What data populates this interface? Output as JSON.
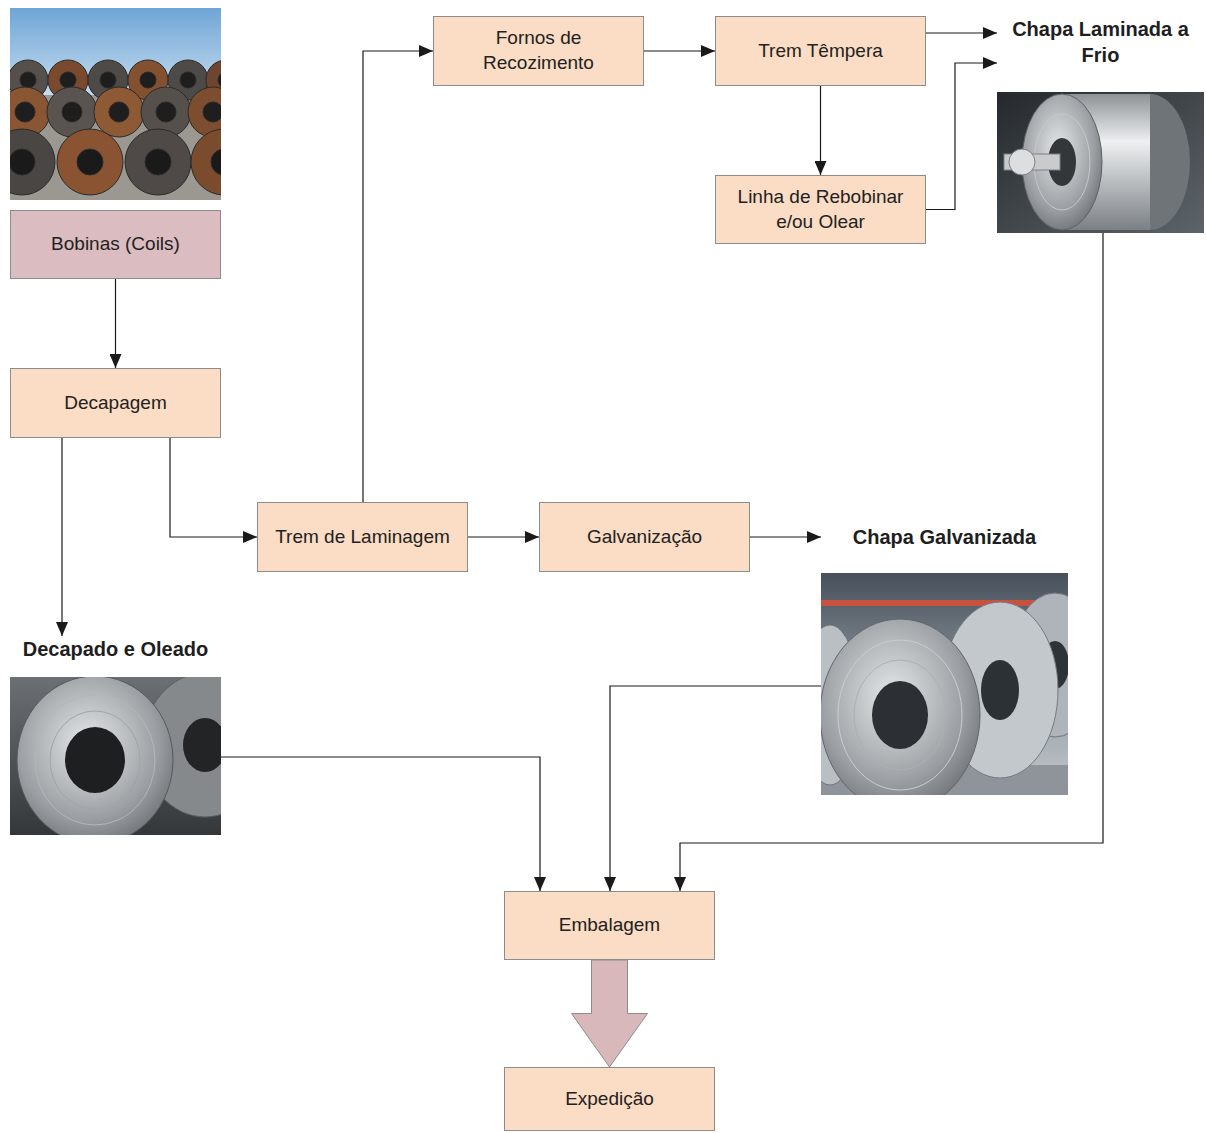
{
  "diagram": {
    "nodes": [
      {
        "text": [
          "Bobinas (Coils)"
        ]
      },
      {
        "text": [
          "Decapagem"
        ]
      },
      {
        "text": [
          "Decapado e Oleado"
        ]
      },
      {
        "text": [
          "Trem de Laminagem"
        ]
      },
      {
        "text": [
          "Fornos de Recozimento"
        ]
      },
      {
        "text": [
          "Trem Têmpera"
        ]
      },
      {
        "text": [
          "Linha de Rebobinar e/ou Olear"
        ]
      },
      {
        "text": [
          "Chapa Laminada a Frio"
        ]
      },
      {
        "text": [
          "Galvanização"
        ]
      },
      {
        "text": [
          "Chapa Galvanizada"
        ]
      },
      {
        "text": [
          "Embalagem"
        ]
      },
      {
        "text": [
          "Expedição"
        ]
      }
    ],
    "edges": [
      {
        "from": 0,
        "to": 1,
        "arrow": "to"
      },
      {
        "from": 1,
        "to": 2,
        "arrow": "to"
      },
      {
        "from": 1,
        "to": 3,
        "arrow": "to"
      },
      {
        "from": 3,
        "to": 4,
        "arrow": "to"
      },
      {
        "from": 4,
        "to": 5,
        "arrow": "to"
      },
      {
        "from": 5,
        "to": 7,
        "arrow": "to"
      },
      {
        "from": 5,
        "to": 6,
        "arrow": "to"
      },
      {
        "from": 6,
        "to": 7,
        "arrow": "to"
      },
      {
        "from": 3,
        "to": 8,
        "arrow": "to"
      },
      {
        "from": 8,
        "to": 9,
        "arrow": "to"
      },
      {
        "from": 2,
        "to": 10,
        "arrow": "to"
      },
      {
        "from": 9,
        "to": 10,
        "arrow": "to"
      },
      {
        "from": 7,
        "to": 10,
        "arrow": "to"
      },
      {
        "from": 10,
        "to": 11,
        "arrow": "to"
      }
    ]
  }
}
